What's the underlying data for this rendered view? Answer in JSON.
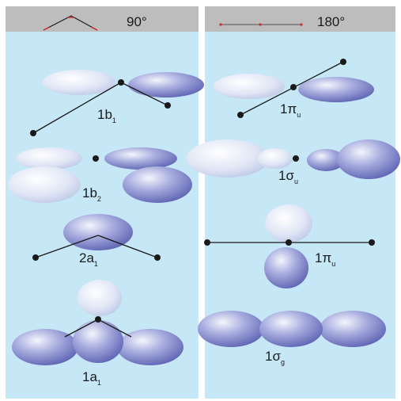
{
  "columns": [
    {
      "header_label": "90°",
      "header_icon": "bent-molecule-icon"
    },
    {
      "header_label": "180°",
      "header_icon": "linear-molecule-icon"
    }
  ],
  "orbitals_left": [
    {
      "main": "1b",
      "sub": "1"
    },
    {
      "main": "1b",
      "sub": "2"
    },
    {
      "main": "2a",
      "sub": "1"
    },
    {
      "main": "1a",
      "sub": "1"
    }
  ],
  "orbitals_right": [
    {
      "main": "1π",
      "sub": "u"
    },
    {
      "main": "1σ",
      "sub": "u"
    },
    {
      "main": "1π",
      "sub": "u"
    },
    {
      "main": "1σ",
      "sub": "g"
    }
  ],
  "colors": {
    "panel_bg": "#c6e7f6",
    "header_bg": "#bdbdbd",
    "lobe_dark": "#6f74c0",
    "lobe_light": "#dfe6f6",
    "bond": "#1a1a1a",
    "header_red": "#d12a2a"
  }
}
